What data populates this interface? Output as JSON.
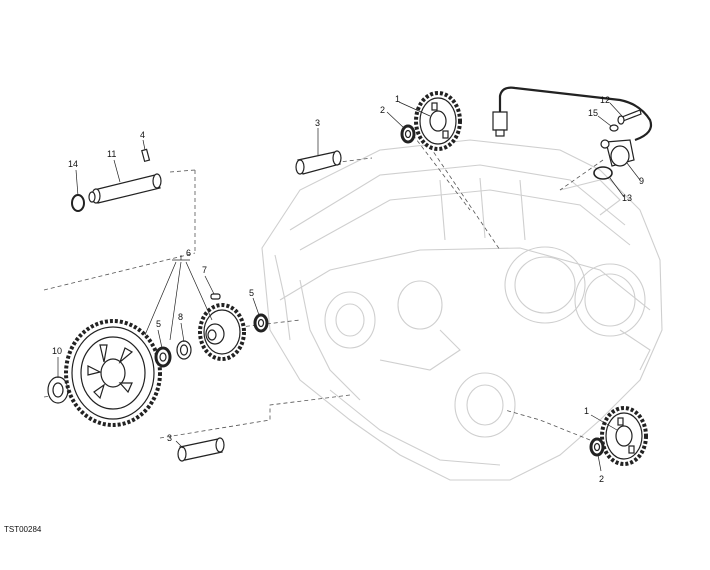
{
  "diagram": {
    "callouts": {
      "c1a": "1",
      "c1b": "1",
      "c2a": "2",
      "c2b": "2",
      "c3a": "3",
      "c3b": "3",
      "c4": "4",
      "c5a": "5",
      "c5b": "5",
      "c6": "6",
      "c7": "7",
      "c8": "8",
      "c9": "9",
      "c10": "10",
      "c11": "11",
      "c12": "12",
      "c13": "13",
      "c14": "14",
      "c15": "15"
    },
    "drawing_code": "TST00284"
  }
}
